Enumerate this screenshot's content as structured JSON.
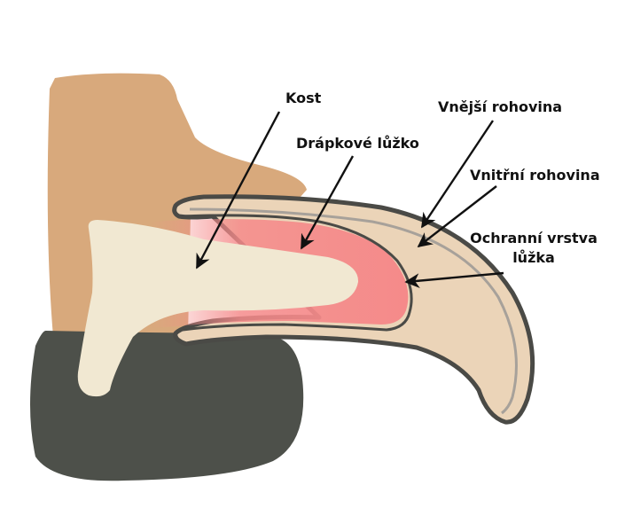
{
  "labels": {
    "bone": "Kost",
    "claw_bed": "Drápkové lůžko",
    "outer_horn": "Vnější rohovina",
    "inner_horn": "Vnitřní rohovina",
    "protective_layer_line1": "Ochranní vrstva",
    "protective_layer_line2": "lůžka"
  },
  "colors": {
    "toe_skin": "#d8a97c",
    "paw_pad": "#4d504a",
    "bone": "#f1e8d2",
    "claw_bed": "#f58a8a",
    "horn": "#ebd4b8",
    "outline": "#4a4a46",
    "inner_line": "#a7a19a",
    "arrow": "#111111"
  }
}
